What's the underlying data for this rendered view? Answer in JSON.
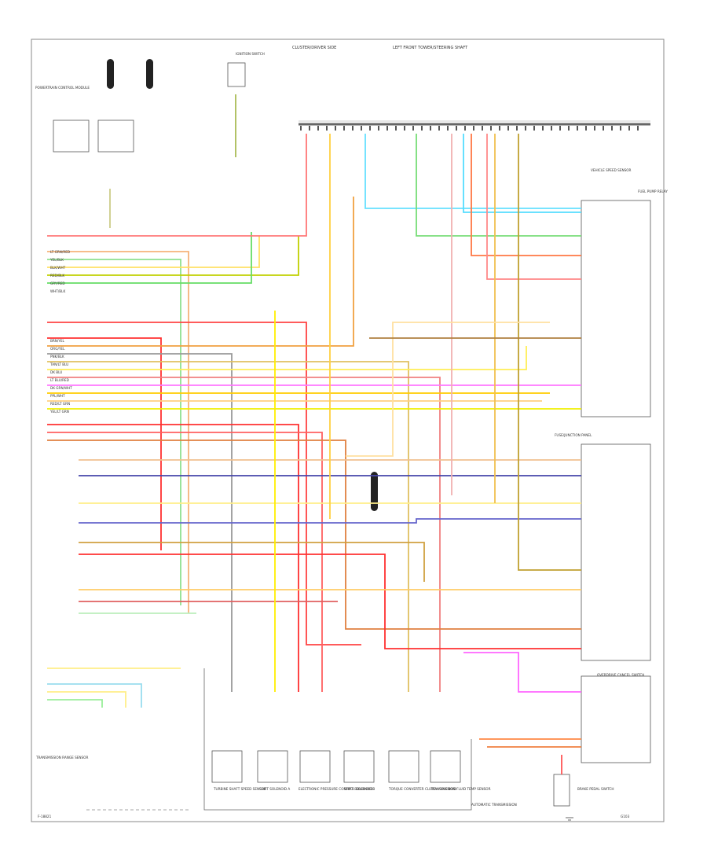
{
  "diagram": {
    "top_labels": {
      "cluster": "CLUSTER/DRIVER SIDE",
      "lf_area": "LEFT FRONT TOWER/STEERING SHAFT"
    },
    "page_ref": "F-18821",
    "components": {
      "fuel_pump": "FUEL PUMP RELAY",
      "pcm": "POWERTRAIN CONTROL MODULE",
      "tr_sensor": "TRANSMISSION RANGE SENSOR",
      "fuse_junction": "FUSE/JUNCTION PANEL",
      "electronic_pressure": "ELECTRONIC PRESSURE CONTROL SOLENOID",
      "shift_a": "SHIFT SOLENOID A",
      "shift_b": "SHIFT SOLENOID B",
      "tcc_solenoid": "TORQUE CONVERTER CLUTCH SOLENOID",
      "tss_sensor": "TURBINE SHAFT SPEED SENSOR",
      "trans_fluid": "TRANSMISSION FLUID TEMP SENSOR",
      "auto_trans": "AUTOMATIC TRANSMISSION",
      "brake_switch": "BRAKE PEDAL SWITCH",
      "overdrive_switch": "OVERDRIVE CANCEL SWITCH",
      "speedo": "VEHICLE SPEED SENSOR",
      "ignition": "IGNITION SWITCH",
      "g103": "G103"
    },
    "wire_labels": [
      "LT GRN/RED",
      "YEL/BLK",
      "BLK/WHT",
      "RED/BLK",
      "GRY/RED",
      "WHT/BLK",
      "BRN/YEL",
      "ORG/YEL",
      "PNK/BLK",
      "TAN/LT BLU",
      "DK BLU",
      "LT BLU/RED",
      "DK GRN/WHT",
      "PPL/WHT",
      "RED/LT GRN",
      "YEL/LT GRN"
    ]
  }
}
